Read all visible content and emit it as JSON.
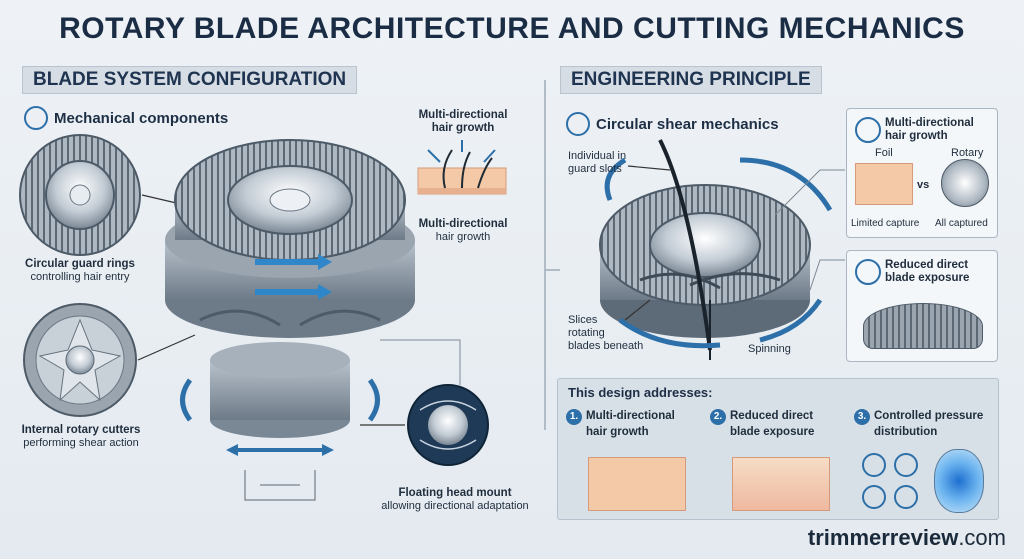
{
  "title": "ROTARY BLADE ARCHITECTURE AND CUTTING MECHANICS",
  "left": {
    "section": "BLADE SYSTEM CONFIGURATION",
    "sub": "Mechanical components",
    "labels": {
      "guard_title": "Circular guard rings",
      "guard_desc": "controlling hair entry",
      "cutters_title": "Internal rotary cutters",
      "cutters_desc": "performing shear action",
      "growth_top_1": "Multi-directional",
      "growth_top_2": "hair growth",
      "growth_bot_1": "Multi-directional",
      "growth_bot_2": "hair growth",
      "mount_title": "Floating head mount",
      "mount_desc": "allowing directional adaptation"
    }
  },
  "right": {
    "section": "ENGINEERING PRINCIPLE",
    "sub": "Circular shear mechanics",
    "labels": {
      "individual_1": "Individual in",
      "individual_2": "guard slots",
      "slices_1": "Slices",
      "slices_2": "rotating",
      "slices_3": "blades beneath",
      "spinning": "Spinning"
    },
    "compare": {
      "title_1": "Multi-directional",
      "title_2": "hair growth",
      "foil": "Foil",
      "rotary": "Rotary",
      "vs": "vs",
      "limited": "Limited capture",
      "all": "All captured"
    },
    "exposure": {
      "title_1": "Reduced direct",
      "title_2": "blade exposure"
    },
    "addresses": {
      "heading": "This design addresses:",
      "items": [
        {
          "num": "1.",
          "line1": "Multi-directional",
          "line2": "hair growth"
        },
        {
          "num": "2.",
          "line1": "Reduced direct",
          "line2": "blade exposure"
        },
        {
          "num": "3.",
          "line1": "Controlled pressure",
          "line2": "distribution"
        }
      ]
    }
  },
  "brand": {
    "bold": "trimmerreview",
    "rest": ".com"
  },
  "colors": {
    "accent": "#2d6fa8",
    "steel": "#8c98a4",
    "skin": "#f3c9a8"
  }
}
